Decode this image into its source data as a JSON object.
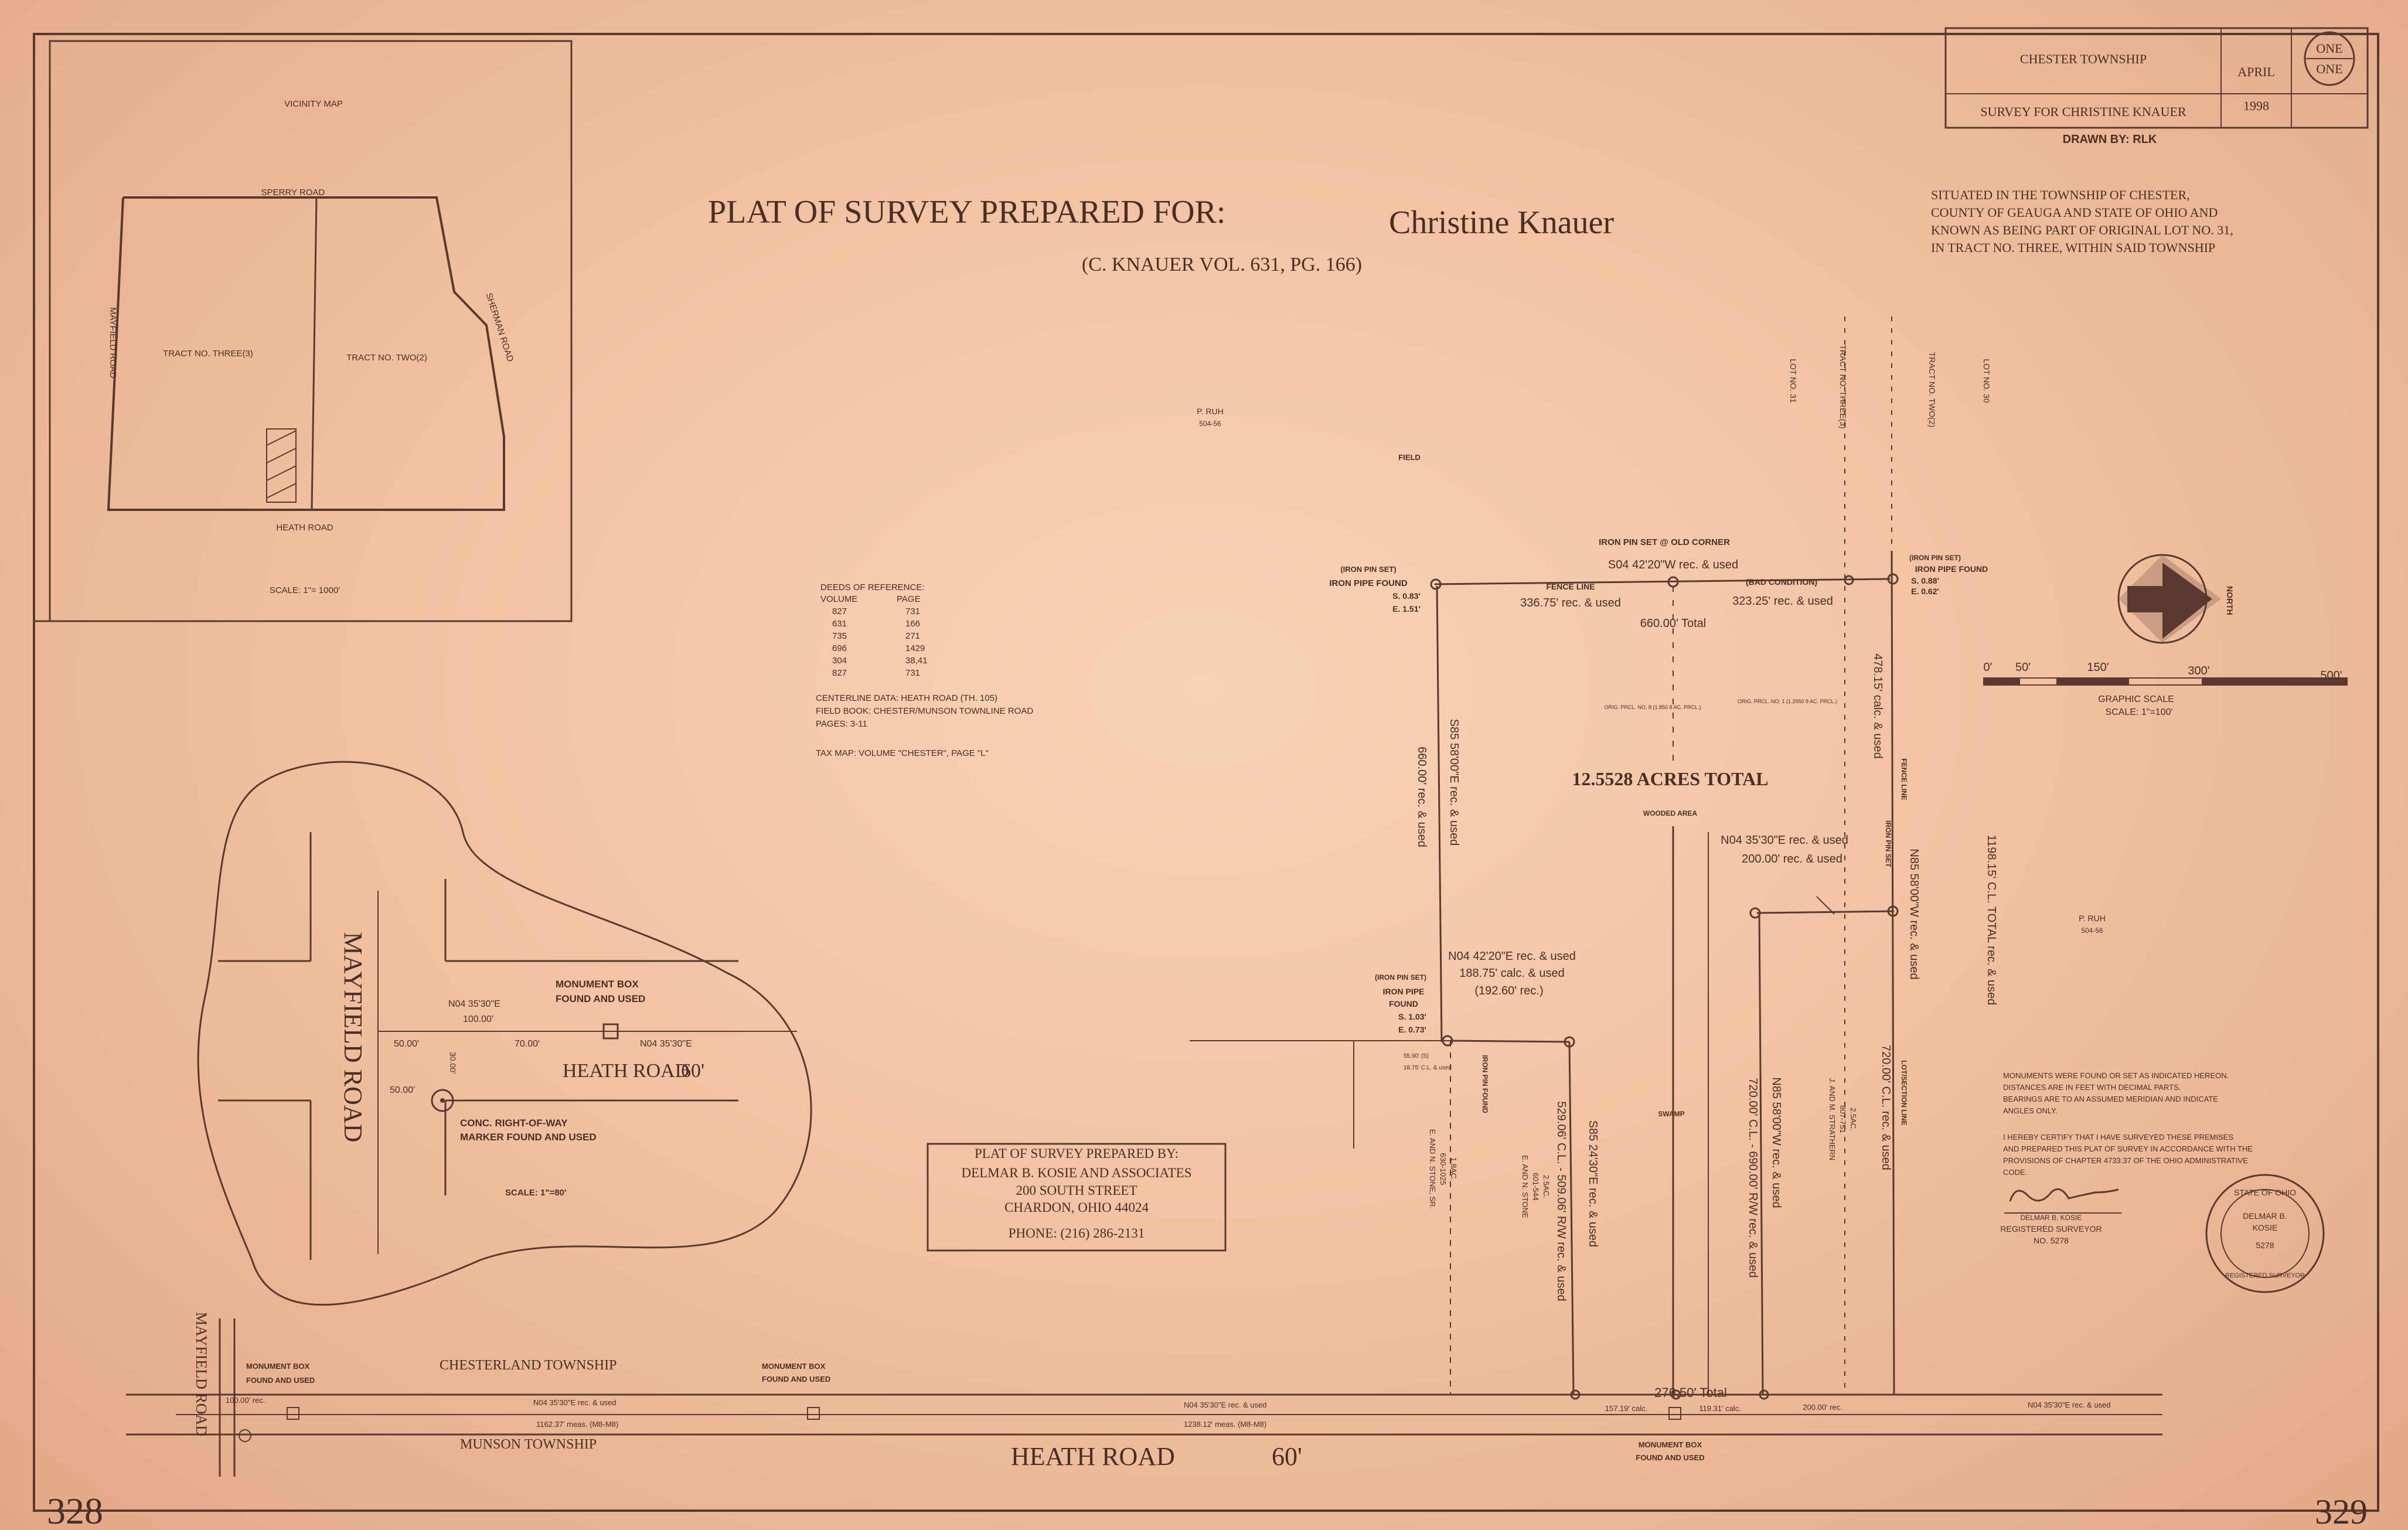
{
  "header": {
    "title": "PLAT OF SURVEY PREPARED FOR:",
    "client": "Christine Knauer",
    "deed_ref": "(C. KNAUER VOL. 631, PG. 166)"
  },
  "title_block": {
    "township": "CHESTER TOWNSHIP",
    "month": "APRIL",
    "sheet_a": "ONE",
    "sheet_b": "ONE",
    "subject": "SURVEY FOR CHRISTINE KNAUER",
    "year": "1998",
    "drawn_by": "DRAWN BY: RLK"
  },
  "situated": [
    "SITUATED IN THE TOWNSHIP OF CHESTER,",
    "COUNTY OF GEAUGA AND STATE OF OHIO AND",
    "KNOWN AS BEING PART OF ORIGINAL LOT NO. 31,",
    "IN TRACT NO. THREE, WITHIN SAID TOWNSHIP"
  ],
  "vicinity": {
    "title": "VICINITY MAP",
    "north_road": "SPERRY ROAD",
    "south_road": "HEATH ROAD",
    "west_road": "MAYFIELD ROAD",
    "east_road": "SHERMAN ROAD",
    "tract3": "TRACT NO. THREE(3)",
    "tract2": "TRACT NO. TWO(2)",
    "scale": "SCALE: 1\"= 1000'"
  },
  "deeds": {
    "heading": "DEEDS OF REFERENCE:",
    "col_volume": "VOLUME",
    "col_page": "PAGE",
    "rows": [
      [
        "827",
        "731"
      ],
      [
        "631",
        "166"
      ],
      [
        "735",
        "271"
      ],
      [
        "696",
        "1429"
      ],
      [
        "304",
        "38,41"
      ],
      [
        "827",
        "731"
      ]
    ],
    "centerline": "CENTERLINE DATA: HEATH ROAD (TH. 105)",
    "field_book": "FIELD BOOK: CHESTER/MUNSON TOWNLINE ROAD",
    "pages": "PAGES: 3-11",
    "tax_map": "TAX MAP: VOLUME \"CHESTER\", PAGE \"L\""
  },
  "detail": {
    "road_v": "MAYFIELD ROAD",
    "road_h": "HEATH ROAD",
    "road_h_width": "60'",
    "monument": [
      "MONUMENT BOX",
      "FOUND AND USED"
    ],
    "marker": [
      "CONC. RIGHT-OF-WAY",
      "MARKER FOUND AND USED"
    ],
    "bearing_a": "N04 35'30\"E",
    "bearing_b": "N04 35'30\"E",
    "dist_100": "100.00'",
    "dist_50a": "50.00'",
    "dist_70": "70.00'",
    "dist_30": "30.00'",
    "dist_50b": "50.00'",
    "scale": "SCALE: 1\"=80'"
  },
  "survey": {
    "p_ruh_top": "P. RUH",
    "p_ruh_top_ref": "504-56",
    "field": "FIELD",
    "lot31": "LOT NO. 31",
    "tract3": "TRACT NO. THREE(3)",
    "tract2": "TRACT NO. TWO(2)",
    "lot30": "LOT NO. 30",
    "iron_pin_old": "IRON PIN SET @ OLD CORNER",
    "bearing_north": "S04 42'20\"W rec. & used",
    "iron_pipe_found_nw": [
      "(IRON PIN SET)",
      "IRON PIPE FOUND",
      "S. 0.83'",
      "E. 1.51'"
    ],
    "fence_line": "FENCE LINE",
    "bad_condition": "(BAD CONDITION)",
    "dist_336": "336.75' rec. & used",
    "dist_323": "323.25' rec. & used",
    "total_660": "660.00' Total",
    "iron_pipe_found_ne": [
      "(IRON PIN SET)",
      "IRON PIPE FOUND",
      "S. 0.88'",
      "E. 0.62'"
    ],
    "acres": "12.5528 ACRES TOTAL",
    "wooded": "WOODED AREA",
    "swamp": "SWAMP",
    "west_line": [
      "S85 58'00\"E rec. & used",
      "660.00' rec. & used"
    ],
    "east_calc": [
      "478.15' calc. & used"
    ],
    "fence_line_v": "FENCE LINE",
    "iron_pin_set_v": "IRON PIN SET",
    "n85_east": [
      "N85 58'00\"W rec. & used",
      "720.00' C.L. rec. & used"
    ],
    "total_1198": "1198.15' C.L. TOTAL rec. & used",
    "p_ruh_right": "P. RUH",
    "p_ruh_right_ref": "504-56",
    "jog_bearing": [
      "N04 35'30\"E rec. & used",
      "200.00' rec. & used"
    ],
    "mid_bearing": [
      "N04 42'20\"E rec. & used",
      "188.75' calc. & used",
      "(192.60' rec.)"
    ],
    "iron_pipe_mid": [
      "(IRON PIN SET)",
      "IRON PIPE",
      "FOUND",
      "S. 1.03'",
      "E. 0.73'"
    ],
    "s85_mid": [
      "S85 24'30\"E rec. & used",
      "529.06' C.L. - 509.06' R/W rec. & used"
    ],
    "n85_mid": [
      "N85 58'00\"W rec. & used",
      "720.00' C.L. - 690.00' R/W rec. & used"
    ],
    "stone1": [
      "E. AND N. STONE, SR.",
      "630-1025",
      "1.8AC."
    ],
    "stone2": [
      "E. AND N. STONE",
      "601-544",
      "2.5AC."
    ],
    "strathern": [
      "J. AND M. STRATHERN",
      "807-751",
      "2.5AC."
    ],
    "lot_line": "LOT/SECTION LINE",
    "iron_pin_found_v": "IRON PIN FOUND",
    "parcel_a": "ORIG. PRCL. NO. 8 (1.850 8 AC. PRCL.)",
    "parcel_b": "ORIG. PRCL. NO. 1 (1.2950 9 AC. PRCL.)",
    "total_276": "276.50' Total",
    "dist_157": "157.19' calc.",
    "dist_119": "119.31' calc.",
    "dist_200": "200.00' rec.",
    "small_dim": [
      "55.90' (S)",
      "18.75' C.L. & used"
    ]
  },
  "prepared_by": {
    "lines": [
      "PLAT OF SURVEY PREPARED BY:",
      "DELMAR B. KOSIE AND ASSOCIATES",
      "200 SOUTH STREET",
      "CHARDON, OHIO   44024"
    ],
    "phone": "PHONE: (216) 286-2131"
  },
  "notes": {
    "monuments": [
      "MONUMENTS WERE FOUND OR SET AS INDICATED HEREON.",
      "DISTANCES ARE IN FEET WITH DECIMAL PARTS.",
      "BEARINGS ARE TO AN ASSUMED MERIDIAN AND INDICATE",
      "ANGLES ONLY."
    ],
    "certify": [
      "I HEREBY CERTIFY THAT I HAVE SURVEYED THESE PREMISES",
      "AND PREPARED THIS PLAT OF SURVEY IN ACCORDANCE WITH THE",
      "PROVISIONS OF CHAPTER 4733.37 OF THE OHIO ADMINISTRATIVE",
      "CODE."
    ],
    "surveyor": [
      "DELMAR B. KOSIE",
      "REGISTERED SURVEYOR",
      "NO. 5278"
    ],
    "seal": [
      "STATE OF OHIO",
      "DELMAR B.",
      "KOSIE",
      "5278",
      "REGISTERED SURVEYOR"
    ]
  },
  "scale_bar": {
    "ticks": [
      "0'",
      "50'",
      "150'",
      "300'",
      "500'"
    ],
    "label": "GRAPHIC SCALE",
    "scale": "SCALE: 1\"=100'"
  },
  "north": "NORTH",
  "bottom": {
    "mayfield": "MAYFIELD ROAD",
    "monument_left": [
      "MONUMENT BOX",
      "FOUND AND USED"
    ],
    "chesterland": "CHESTERLAND TOWNSHIP",
    "munson": "MUNSON TOWNSHIP",
    "dist_100": "100.00' rec.",
    "bearing_a": "N04 35'30\"E rec. & used",
    "meas_a": "1162.37' meas. (M8-M8)",
    "monument_mid": [
      "MONUMENT BOX",
      "FOUND AND USED"
    ],
    "bearing_b": "N04 35'30\"E rec. & used",
    "meas_b": "1238.12' meas. (M8-M8)",
    "road": "HEATH ROAD",
    "road_width": "60'",
    "monument_right": [
      "MONUMENT BOX",
      "FOUND AND USED"
    ],
    "bearing_c": "N04 35'30\"E rec. & used",
    "page_left": "328",
    "page_right": "329"
  }
}
